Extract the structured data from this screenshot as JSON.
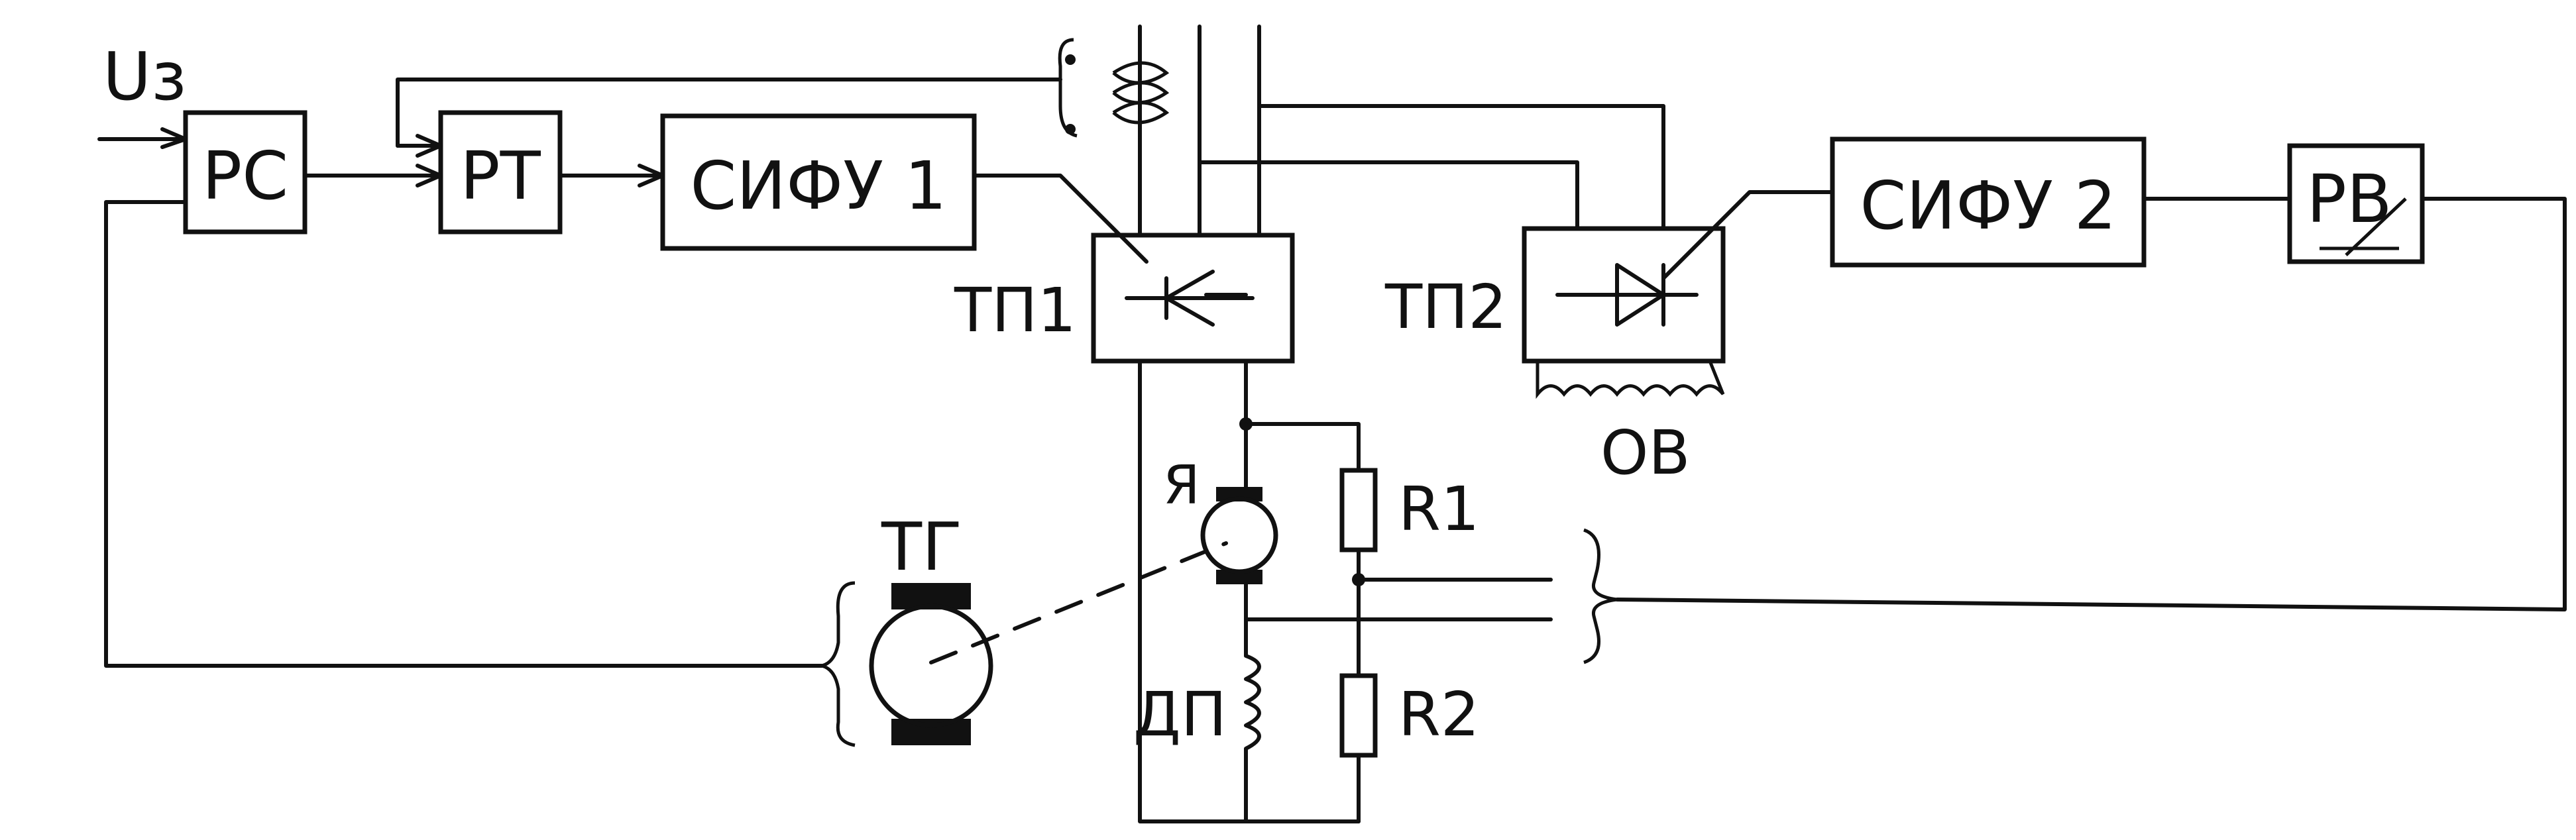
{
  "labels": {
    "uz": "Uз",
    "rs": "РС",
    "rt": "РТ",
    "sifu1": "СИФУ 1",
    "sifu2": "СИФУ 2",
    "rv": "РВ",
    "tp1": "ТП1",
    "tp2": "ТП2",
    "ov": "ОВ",
    "ya": "Я",
    "tg": "ТГ",
    "dp": "ДП",
    "r1": "R1",
    "r2": "R2"
  }
}
